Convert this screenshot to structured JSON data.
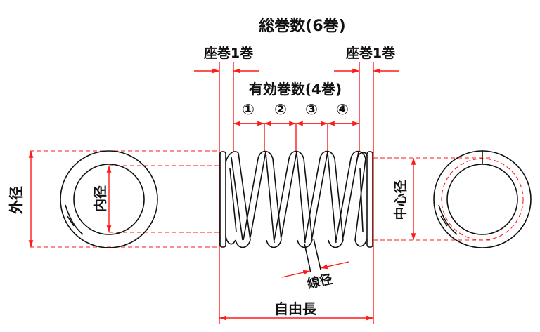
{
  "labels": {
    "total_coils": "総巻数(6巻)",
    "seat_coil_left": "座巻1巻",
    "seat_coil_right": "座巻1巻",
    "active_coils": "有効巻数(4巻)",
    "coil_numbers": [
      "①",
      "②",
      "③",
      "④"
    ],
    "outer_diameter": "外径",
    "inner_diameter": "内径",
    "mean_diameter": "中心径",
    "wire_diameter": "線径",
    "free_length": "自由長"
  },
  "colors": {
    "dimension": "#ff1a1a",
    "outline": "#111111",
    "background": "#ffffff"
  }
}
